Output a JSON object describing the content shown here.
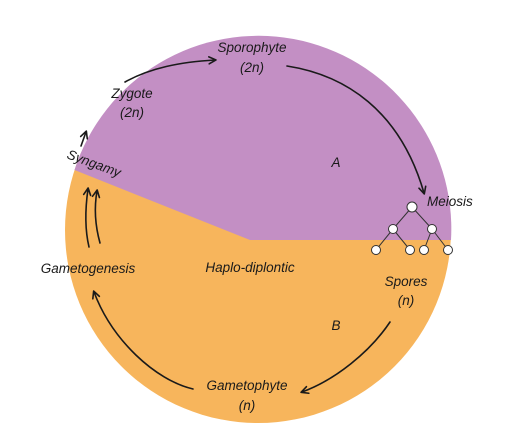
{
  "diagram": {
    "colors": {
      "diploid_region": "#c38fc4",
      "haploid_region": "#f7b55c",
      "text": "#1a1a1a",
      "background": "#ffffff"
    },
    "labels": {
      "sporophyte": "Sporophyte",
      "sporophyte_ploidy": "(2n)",
      "zygote": "Zygote",
      "zygote_ploidy": "(2n)",
      "syngamy": "Syngamy",
      "region_a": "A",
      "meiosis": "Meiosis",
      "haplo_diplontic": "Haplo-diplontic",
      "spores": "Spores",
      "spores_ploidy": "(n)",
      "region_b": "B",
      "gametogenesis": "Gametogenesis",
      "gametophyte": "Gametophyte",
      "gametophyte_ploidy": "(n)"
    }
  }
}
